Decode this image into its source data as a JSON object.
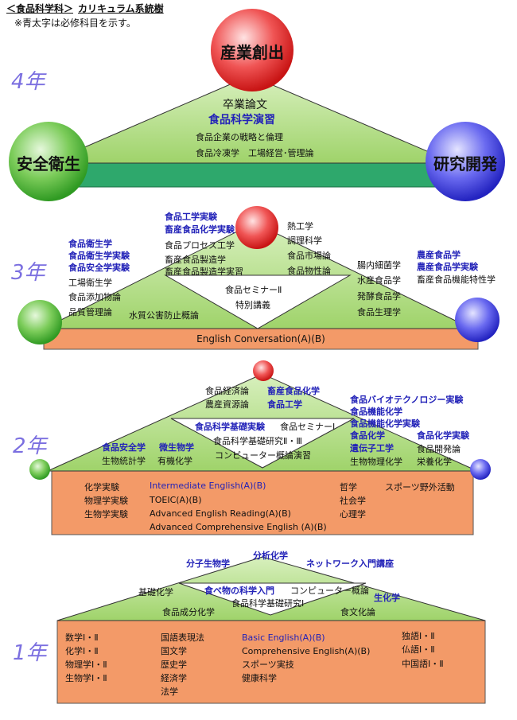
{
  "header": {
    "title_major": "＜食品科学科＞",
    "title_rest": "カリキュラム系統樹",
    "note": "※青太字は必修科目を示す。"
  },
  "colors": {
    "required_blue": "#2222b8",
    "triangle_green": "#a8d872",
    "base_band_green": "#2ea86c",
    "orange_block": "#f39a68",
    "year_label": "#7b6fe0",
    "circle_red": "#e02020",
    "circle_green": "#3aa82a",
    "circle_blue": "#3030d0"
  },
  "year4": {
    "label": "4年",
    "circle_top": "産業創出",
    "circle_left": "安全衛生",
    "circle_right": "研究開発",
    "items": [
      "卒業論文",
      "食品科学演習",
      "食品企業の戦略と倫理",
      "食品冷凍学　工場経営･管理論"
    ]
  },
  "year3": {
    "label": "3年",
    "left_required": [
      "食品衛生学",
      "食品衛生学実験",
      "食品安全学実験"
    ],
    "left_elective": [
      "工場衛生学",
      "食品添加物論",
      "品質管理論",
      "水質公害防止概論"
    ],
    "center_required": [
      "食品工学実験",
      "畜産食品化学実験"
    ],
    "center_elective": [
      "食品プロセス工学",
      "畜産食品製造学",
      "畜産食品製造学実習"
    ],
    "right_top_elective": [
      "熱工学",
      "調理科学",
      "食品市場論",
      "食品物性論"
    ],
    "inner": [
      "食品セミナーⅡ",
      "特別講義"
    ],
    "right_elective": [
      "腸内細菌学",
      "水産食品学",
      "発酵食品学",
      "食品生理学"
    ],
    "right_required": [
      "農産食品学",
      "農産食品学実験"
    ],
    "right_last": "畜産食品機能特性学",
    "band": "English Conversation(A)(B)"
  },
  "year2": {
    "label": "2年",
    "top_elective": [
      "食品経済論",
      "農産資源論"
    ],
    "top_required": [
      "畜産食品化学",
      "食品工学"
    ],
    "inner_required": "食品科学基礎実験",
    "inner_elective": [
      "食品セミナーⅠ",
      "食品科学基礎研究Ⅱ・Ⅲ",
      "コンピューター概論演習"
    ],
    "left_required": [
      "食品安全学",
      "微生物学"
    ],
    "left_elective": [
      "生物統計学",
      "有機化学"
    ],
    "right_required": [
      "食品バイオテクノロジー実験",
      "食品機能化学",
      "食品機能化学実験",
      "食品化学",
      "遺伝子工学",
      "食品化学実験"
    ],
    "right_elective": [
      "食品開発論",
      "生物物理化学",
      "栄養化学"
    ],
    "block_col1": [
      "化学実験",
      "物理学実験",
      "生物学実験"
    ],
    "block_blue": "Intermediate English(A)(B)",
    "block_col2": [
      "TOEIC(A)(B)",
      "Advanced English Reading(A)(B)",
      "Advanced Comprehensive English (A)(B)"
    ],
    "block_col3": [
      "哲学",
      "社会学",
      "心理学"
    ],
    "block_col4": "スポーツ野外活動"
  },
  "year1": {
    "label": "1年",
    "top_required": [
      "分子生物学",
      "分析化学",
      "ネットワーク入門講座"
    ],
    "inner_required": "食べ物の科学入門",
    "inner_elective": [
      "コンピューター概論",
      "食品科学基礎研究Ⅰ"
    ],
    "left_elective": [
      "基礎化学",
      "食品成分化学"
    ],
    "right_required": "生化学",
    "right_elective": "食文化論",
    "block_col1": [
      "数学Ⅰ・Ⅱ",
      "化学Ⅰ・Ⅱ",
      "物理学Ⅰ・Ⅱ",
      "生物学Ⅰ・Ⅱ"
    ],
    "block_col2": [
      "国語表現法",
      "国文学",
      "歴史学",
      "経済学",
      "法学"
    ],
    "block_blue": "Basic English(A)(B)",
    "block_col3": [
      "Comprehensive English(A)(B)",
      "スポーツ実技",
      "健康科学"
    ],
    "block_col4": [
      "独語Ⅰ・Ⅱ",
      "仏語Ⅰ・Ⅱ",
      "中国語Ⅰ・Ⅱ"
    ]
  }
}
